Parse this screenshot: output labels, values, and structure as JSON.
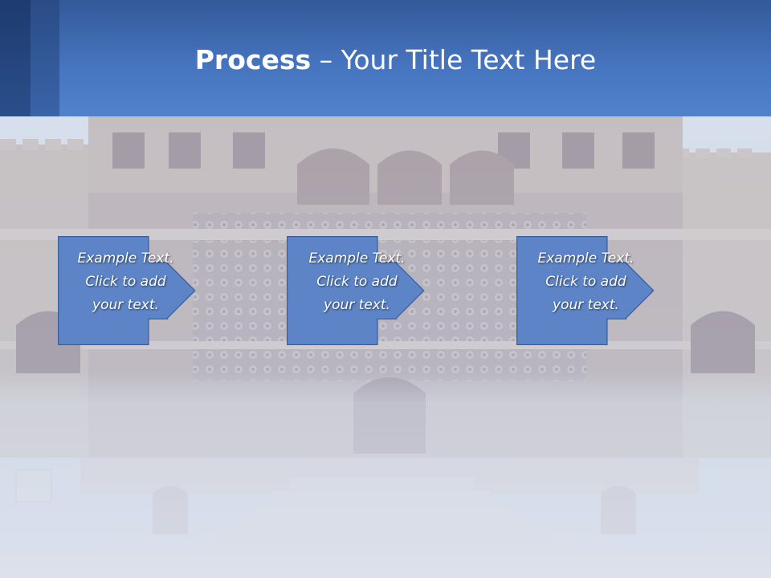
{
  "slide": {
    "title_bold": "Process",
    "title_rest": " – Your Title Text Here"
  },
  "process": {
    "steps": [
      {
        "line1": "Example Text.",
        "line2": "Click  to add",
        "line3": "your text."
      },
      {
        "line1": "Example Text.",
        "line2": "Click  to add",
        "line3": "your text."
      },
      {
        "line1": "Example Text.",
        "line2": "Click  to add",
        "line3": "your text."
      }
    ]
  },
  "colors": {
    "header": "#4776c1",
    "box_fill": "#5c84c6",
    "box_stroke": "#3a5f9e",
    "background_tint": "#b9c6dd"
  }
}
